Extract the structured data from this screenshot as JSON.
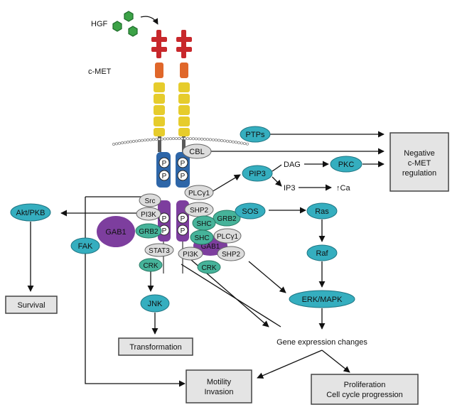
{
  "ligand": {
    "label": "HGF"
  },
  "receptor": {
    "label": "c-MET",
    "phospho": "P"
  },
  "adaptors": {
    "cbl": "CBL",
    "src": "Src",
    "pi3k_left": "PI3K",
    "grb2_left": "GRB2",
    "gab1_big": "GAB1",
    "stat3": "STAT3",
    "crk_left": "CRK",
    "plcg1_top": "PLCγ1",
    "shp2_top": "SHP2",
    "grb2_right": "GRB2",
    "shc_upper": "SHC",
    "shc_lower": "SHC",
    "plcg1_lower": "PLCγ1",
    "gab1_small": "GAB1",
    "pi3k_bottom": "PI3K",
    "shp2_bottom": "SHP2",
    "crk_bottom": "CRK"
  },
  "nodes": {
    "ptps": "PTPs",
    "pip3": "PIP3",
    "pkc": "PKC",
    "sos": "SOS",
    "ras": "Ras",
    "raf": "Raf",
    "erk": "ERK/MAPK",
    "jnk": "JNK",
    "akt": "Akt/PKB",
    "fak": "FAK"
  },
  "texts": {
    "dag": "DAG",
    "ip3": "IP3",
    "ca": "↑Ca",
    "gene_expression": "Gene expression changes"
  },
  "outcomes": {
    "negative_regulation": [
      "Negative",
      "c-MET",
      "regulation"
    ],
    "survival": "Survival",
    "transformation": "Transformation",
    "motility": [
      "Motility",
      "Invasion"
    ],
    "proliferation": [
      "Proliferation",
      "Cell cycle progression"
    ]
  },
  "colors": {
    "teal": "#35aebf",
    "green": "#46b39a",
    "purple": "#7d3e9e",
    "grey_ellipse": "#dcdcdc",
    "box_fill": "#e4e4e4",
    "red": "#c8282c",
    "orange": "#e0672a",
    "yellow": "#e6cc2c",
    "blue": "#2e66a8"
  }
}
